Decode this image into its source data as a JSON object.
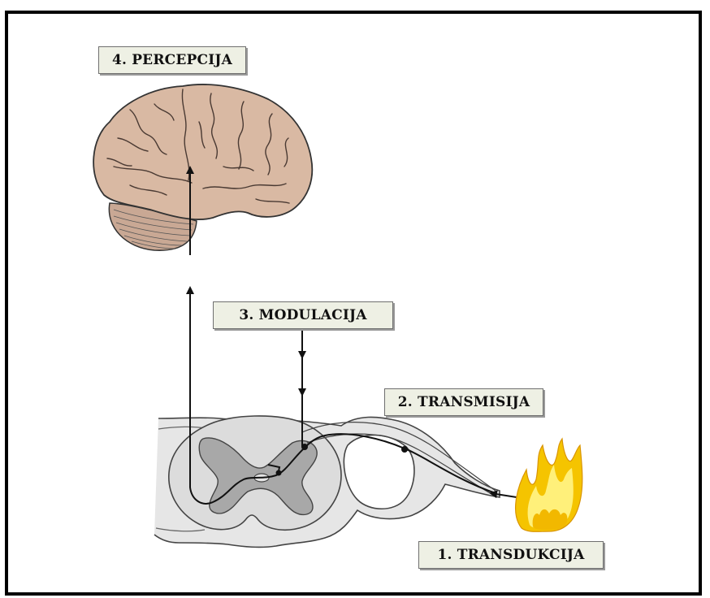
{
  "labels": {
    "perception": "4. PERCEPCIJA",
    "modulation": "3. MODULACIJA",
    "transmission": "2. TRANSMISIJA",
    "transduction": "1. TRANSDUKCIJA"
  },
  "colors": {
    "brain_fill": "#d9b9a3",
    "cerebellum_fill": "#c9a894",
    "spinal_white": "#e4e4e4",
    "spinal_gray": "#a8a8a8",
    "flame_outer": "#f5c400",
    "flame_inner": "#fff07a",
    "label_bg": "#eef0e4"
  }
}
